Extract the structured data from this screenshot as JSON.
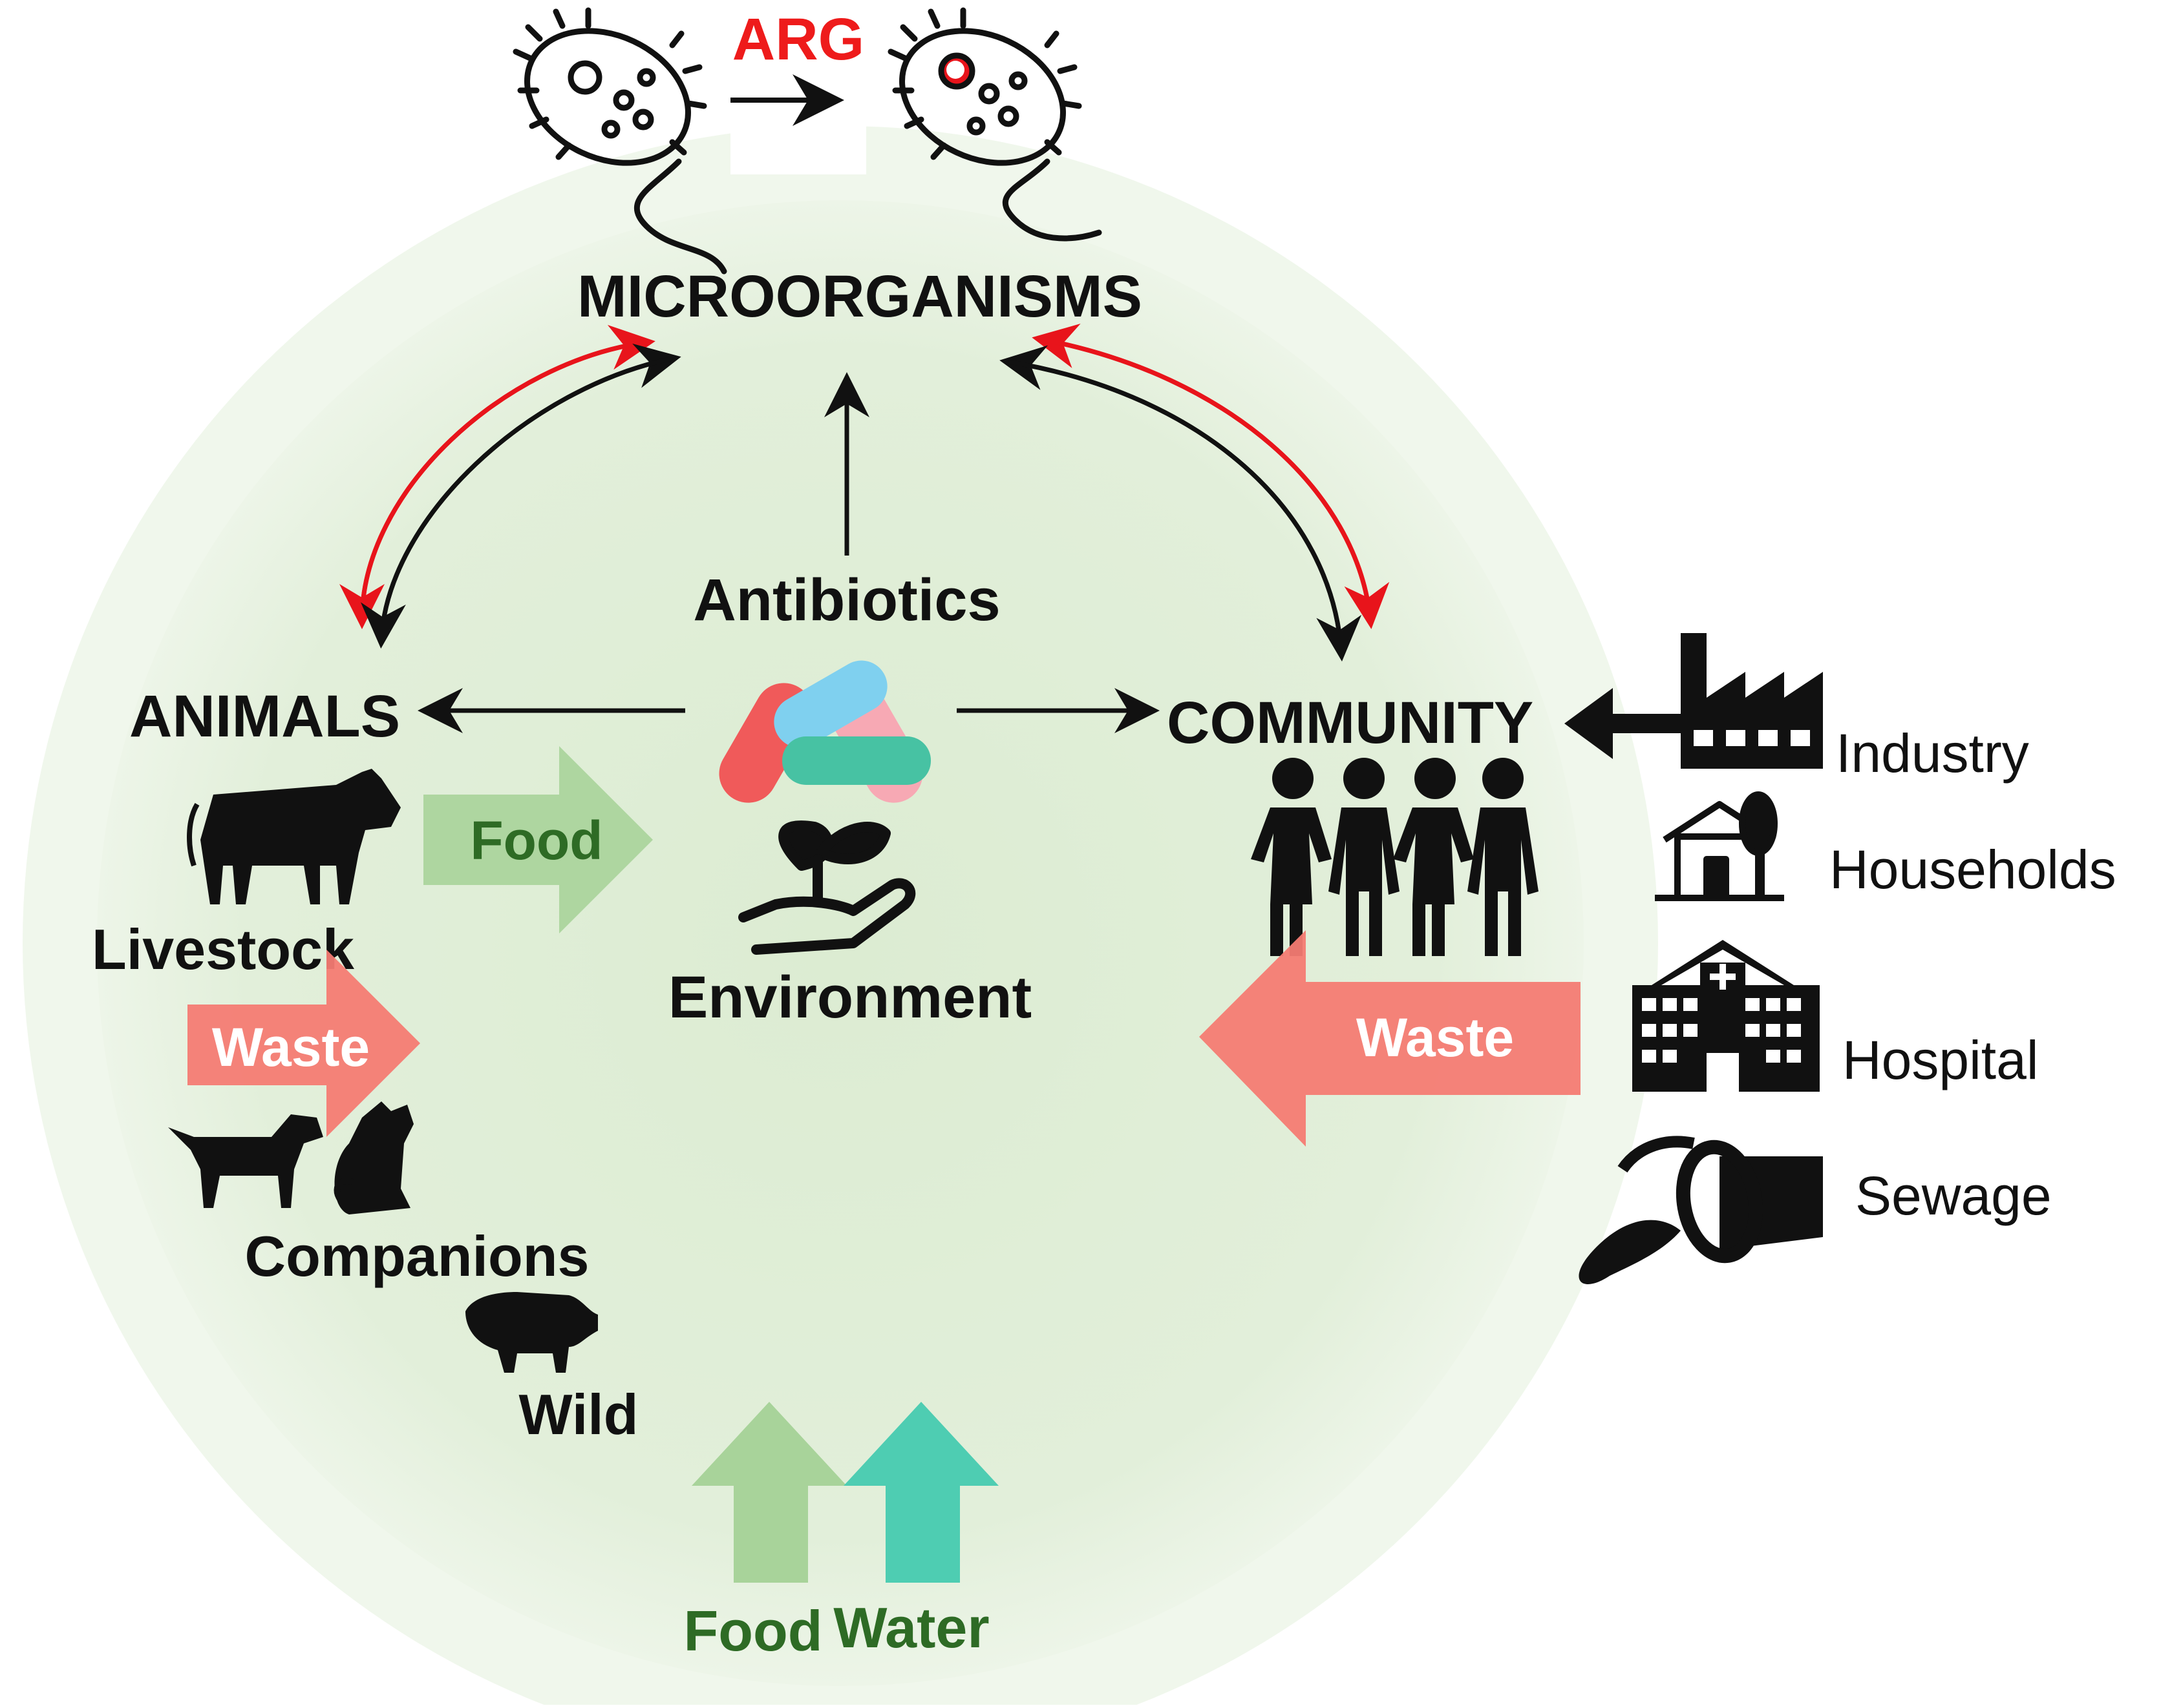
{
  "labels": {
    "arg": "ARG",
    "microorganisms": "MICROORGANISMS",
    "antibiotics": "Antibiotics",
    "animals": "ANIMALS",
    "community": "COMMUNITY",
    "environment": "Environment",
    "livestock": "Livestock",
    "companions": "Companions",
    "wild": "Wild",
    "food_arrow": "Food",
    "waste_left": "Waste",
    "waste_right": "Waste",
    "bottom_food": "Food",
    "bottom_water": "Water"
  },
  "sources": [
    {
      "label": "Industry",
      "icon": "factory-icon"
    },
    {
      "label": "Households",
      "icon": "house-icon"
    },
    {
      "label": "Hospital",
      "icon": "hospital-icon"
    },
    {
      "label": "Sewage",
      "icon": "sewage-pipe-icon"
    }
  ],
  "colors": {
    "circle_fill": "#e1efd9",
    "ring_fill": "#ebf4e5",
    "arrow_red": "#e8141b",
    "arrow_black": "#111111",
    "waste_arrow": "#f47b73",
    "food_arrow": "#a8d39a",
    "water_arrow": "#4ecdb2",
    "text_red": "#ee1b1b"
  }
}
